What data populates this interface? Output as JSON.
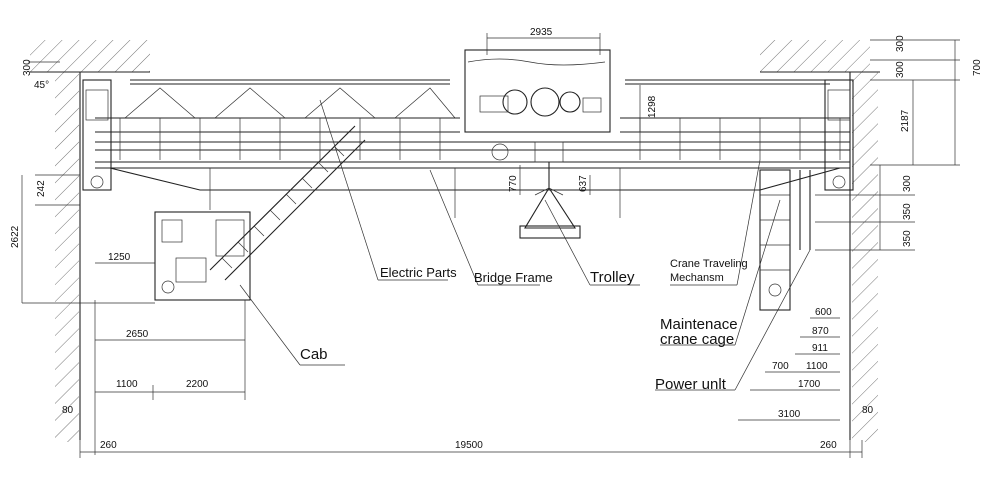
{
  "labels": {
    "electric_parts": "Electric Parts",
    "bridge_frame": "Bridge Frame",
    "trolley": "Trolley",
    "crane_traveling_1": "Crane Traveling",
    "crane_traveling_2": "Mechansm",
    "maint_cage_1": "Maintenace",
    "maint_cage_2": "crane cage",
    "power_unit": "Power unlt",
    "cab": "Cab"
  },
  "dimensions": {
    "trolley_span": "2935",
    "top_300": "300",
    "top_300b": "300",
    "h_700": "700",
    "h_2187": "2187",
    "trolley_1298": "1298",
    "d_770": "770",
    "d_637": "637",
    "r_300": "300",
    "r_350a": "350",
    "r_350b": "350",
    "r_600": "600",
    "r_870": "870",
    "r_911": "911",
    "r_700": "700",
    "r_1100": "1100",
    "r_1700": "1700",
    "r_3100": "3100",
    "l_300": "300",
    "l_45": "45°",
    "l_242": "242",
    "l_2622": "2622",
    "l_1250": "1250",
    "l_2650": "2650",
    "l_1100": "1100",
    "l_2200": "2200",
    "l_80": "80",
    "r_80": "80",
    "b_260a": "260",
    "b_19500": "19500",
    "b_260b": "260"
  }
}
